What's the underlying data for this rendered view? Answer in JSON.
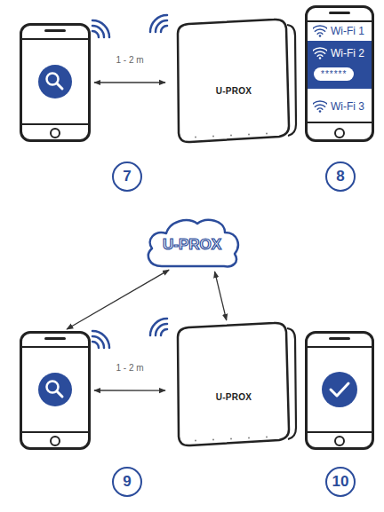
{
  "diagram": {
    "nodes": [
      {
        "text": []
      },
      {
        "text": [
          "U-PROX"
        ]
      },
      {
        "text": [
          "Wi-Fi 1",
          "Wi-Fi 2",
          "******",
          "Wi-Fi 3"
        ]
      },
      {
        "text": [
          "7"
        ]
      },
      {
        "text": [
          "8"
        ]
      },
      {
        "text": [
          "U-PROX"
        ]
      },
      {
        "text": []
      },
      {
        "text": [
          "U-PROX"
        ]
      },
      {
        "text": []
      },
      {
        "text": [
          "9"
        ]
      },
      {
        "text": [
          "10"
        ]
      }
    ],
    "edges": [
      {
        "from": 0,
        "to": 1,
        "arrow": "both",
        "label": "1 - 2 m"
      },
      {
        "from": 5,
        "to": 6,
        "arrow": "both"
      },
      {
        "from": 5,
        "to": 7,
        "arrow": "both"
      },
      {
        "from": 6,
        "to": 7,
        "arrow": "both",
        "label": "1 - 2 m"
      }
    ]
  }
}
